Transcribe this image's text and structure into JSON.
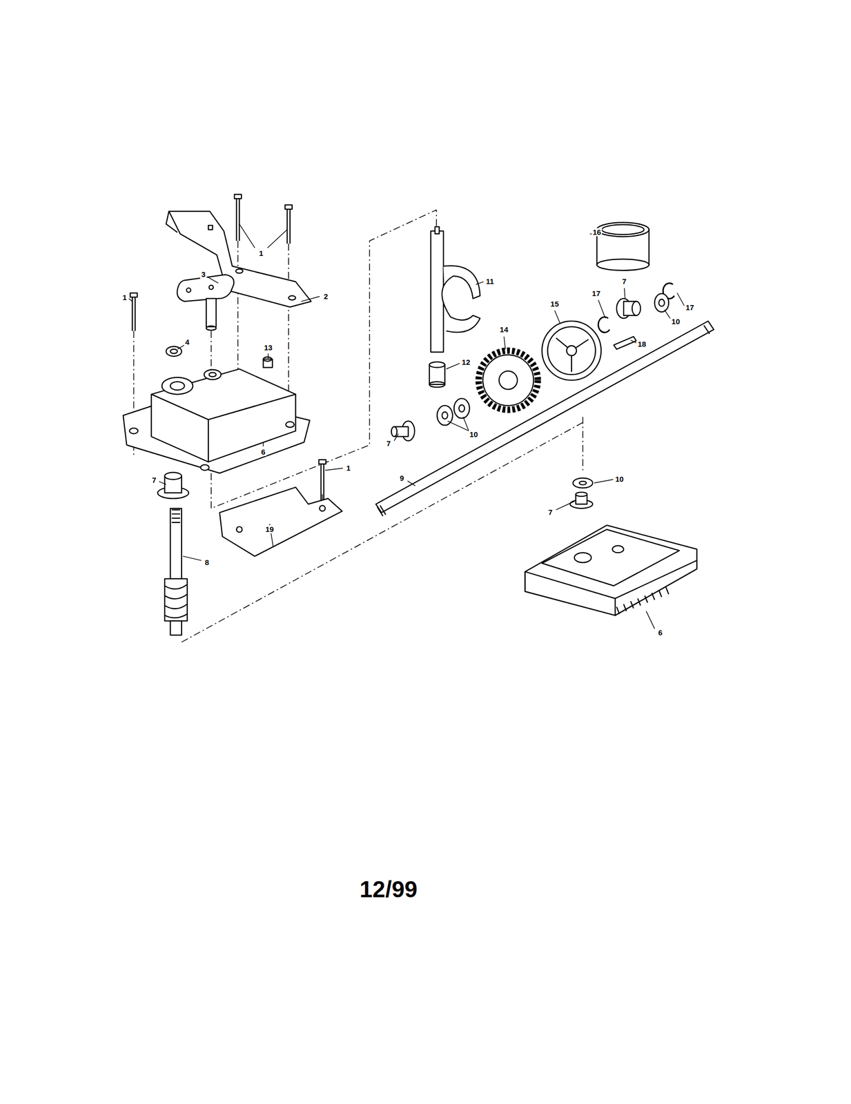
{
  "diagram": {
    "labels": [
      "1",
      "2",
      "3",
      "1",
      "4",
      "13",
      "6",
      "7",
      "1",
      "8",
      "19",
      "11",
      "12",
      "16",
      "15",
      "14",
      "17",
      "7",
      "10",
      "17",
      "18",
      "7",
      "10",
      "9",
      "10",
      "7",
      "6",
      "12/99"
    ]
  }
}
